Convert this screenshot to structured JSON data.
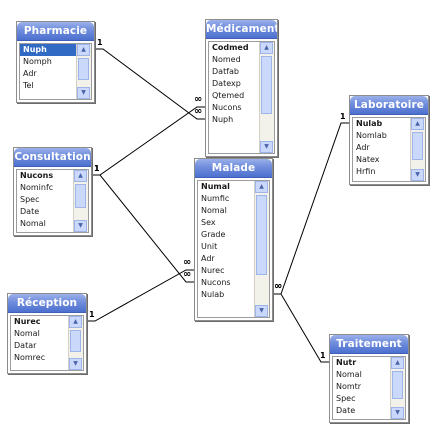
{
  "diagram": {
    "tables": [
      {
        "id": "pharmacie",
        "title": "Pharmacie",
        "fields": [
          "Nuph",
          "Nomph",
          "Adr",
          "Tel"
        ]
      },
      {
        "id": "medicament",
        "title": "Médicament",
        "fields": [
          "Codmed",
          "Nomed",
          "Datfab",
          "Datexp",
          "Qtemed",
          "Nucons",
          "Nuph"
        ]
      },
      {
        "id": "laboratoire",
        "title": "Laboratoire",
        "fields": [
          "Nulab",
          "Nomlab",
          "Adr",
          "Natex",
          "Hrfin"
        ]
      },
      {
        "id": "consultation",
        "title": "Consultation",
        "fields": [
          "Nucons",
          "Nominfc",
          "Spec",
          "Date",
          "Nomal"
        ]
      },
      {
        "id": "malade",
        "title": "Malade",
        "fields": [
          "Numal",
          "Numfic",
          "Nomal",
          "Sex",
          "Grade",
          "Unit",
          "Adr",
          "Nurec",
          "Nucons",
          "Nulab"
        ]
      },
      {
        "id": "reception",
        "title": "Réception",
        "fields": [
          "Nurec",
          "Nomal",
          "Datar",
          "Nomrec"
        ]
      },
      {
        "id": "traitement",
        "title": "Traitement",
        "fields": [
          "Nutr",
          "Nomal",
          "Nomtr",
          "Spec",
          "Date"
        ]
      }
    ],
    "relationships": [
      {
        "from": "pharmacie.Nuph",
        "to": "medicament.Nuph",
        "one_label": "1",
        "many_label": "∞"
      },
      {
        "from": "consultation.Nucons",
        "to": "medicament.Nucons",
        "one_label": "1",
        "many_label": "∞"
      },
      {
        "from": "consultation.Nucons",
        "to": "malade.Nucons",
        "one_label": "1",
        "many_label": "∞"
      },
      {
        "from": "reception.Nurec",
        "to": "malade.Nurec",
        "one_label": "1",
        "many_label": "∞"
      },
      {
        "from": "laboratoire.Nulab",
        "to": "malade.Nulab",
        "one_label": "1",
        "many_label": "∞"
      },
      {
        "from": "traitement.Nutr",
        "to": "malade.Nulab",
        "one_label": "1",
        "many_label": "∞"
      }
    ]
  },
  "colors": {
    "title_bar": "#6f8ddc",
    "selected_field": "#316ac5",
    "line": "#000000"
  },
  "icons": {
    "scroll_up": "scroll-up-arrow-icon",
    "scroll_down": "scroll-down-arrow-icon"
  }
}
